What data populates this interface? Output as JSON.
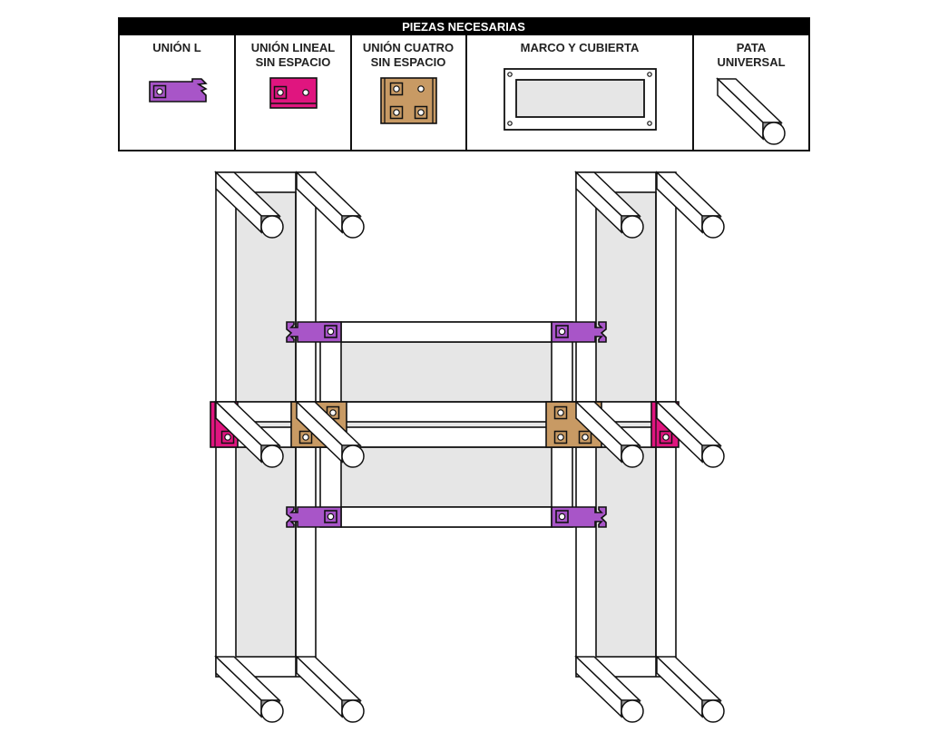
{
  "parts_table": {
    "title": "PIEZAS NECESARIAS",
    "columns": [
      {
        "line1": "UNIÓN L",
        "line2": "",
        "icon": "l-joint-icon"
      },
      {
        "line1": "UNIÓN LINEAL",
        "line2": "SIN ESPACIO",
        "icon": "linear-joint-icon"
      },
      {
        "line1": "UNIÓN CUATRO",
        "line2": "SIN ESPACIO",
        "icon": "four-way-joint-icon"
      },
      {
        "line1": "MARCO Y CUBIERTA",
        "line2": "",
        "icon": "frame-cover-icon"
      },
      {
        "line1": "PATA",
        "line2": "UNIVERSAL",
        "icon": "universal-leg-icon"
      }
    ]
  },
  "colors": {
    "l_joint": "#a855c8",
    "linear_joint": "#e0157f",
    "four_way_joint": "#c89a64",
    "panel_fill": "#e6e6e6",
    "leg_end": "#999999",
    "header_bg": "#000000"
  }
}
